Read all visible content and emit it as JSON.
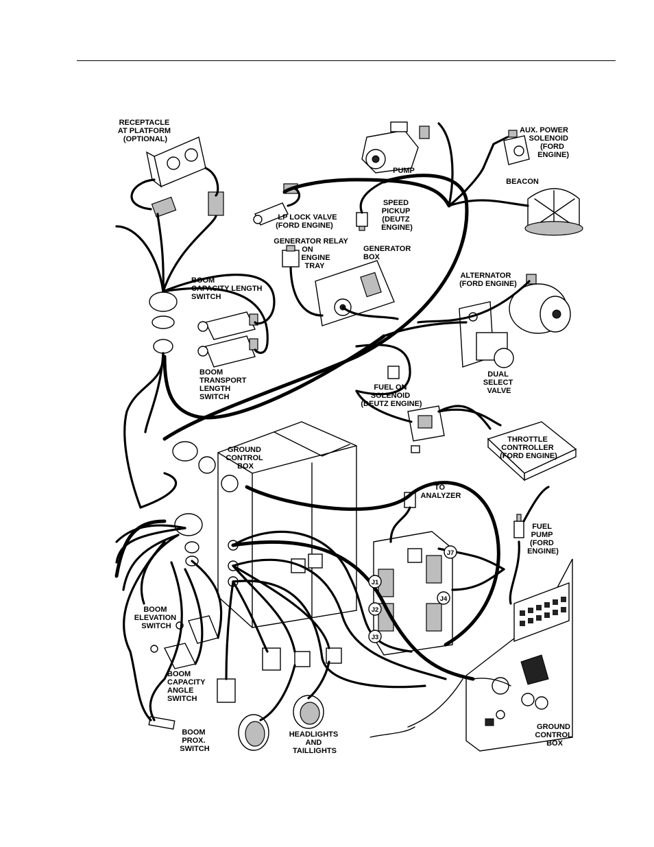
{
  "labels": {
    "receptacle": [
      "RECEPTACLE",
      "AT PLATFORM",
      "(OPTIONAL)"
    ],
    "pump": [
      "PUMP"
    ],
    "aux_power": [
      "AUX. POWER",
      "SOLENOID",
      "(FORD",
      "ENGINE)"
    ],
    "beacon": [
      "BEACON"
    ],
    "lp_lock_valve": [
      "LP LOCK VALVE",
      "(FORD ENGINE)"
    ],
    "speed_pickup": [
      "SPEED",
      "PICKUP",
      "(DEUTZ",
      "ENGINE)"
    ],
    "generator_relay": [
      "GENERATOR RELAY",
      "ON",
      "ENGINE",
      "TRAY"
    ],
    "generator_box": [
      "GENERATOR",
      "BOX"
    ],
    "alternator": [
      "ALTERNATOR",
      "(FORD ENGINE)"
    ],
    "boom_capacity_length": [
      "BOOM",
      "CAPACITY LENGTH",
      "SWITCH"
    ],
    "boom_transport_length": [
      "BOOM",
      "TRANSPORT",
      "LENGTH",
      "SWITCH"
    ],
    "dual_select_valve": [
      "DUAL",
      "SELECT",
      "VALVE"
    ],
    "fuel_on_solenoid": [
      "FUEL ON",
      "SOLENOID",
      "(DEUTZ ENGINE)"
    ],
    "throttle_controller": [
      "THROTTLE",
      "CONTROLLER",
      "(FORD ENGINE)"
    ],
    "ground_control_box_top": [
      "GROUND",
      "CONTROL",
      "BOX"
    ],
    "to_analyzer": [
      "TO",
      "ANALYZER"
    ],
    "fuel_pump": [
      "FUEL",
      "PUMP",
      "(FORD",
      "ENGINE)"
    ],
    "boom_elevation": [
      "BOOM",
      "ELEVATION",
      "SWITCH"
    ],
    "boom_capacity_angle": [
      "BOOM",
      "CAPACITY",
      "ANGLE",
      "SWITCH"
    ],
    "boom_prox": [
      "BOOM",
      "PROX.",
      "SWITCH"
    ],
    "headlights": [
      "HEADLIGHTS",
      "AND",
      "TAILLIGHTS"
    ],
    "ground_control_box_bottom": [
      "GROUND",
      "CONTROL",
      "BOX"
    ]
  },
  "connectors": {
    "j1": "J1",
    "j2": "J2",
    "j3": "J3",
    "j4": "J4",
    "j7": "J7"
  }
}
